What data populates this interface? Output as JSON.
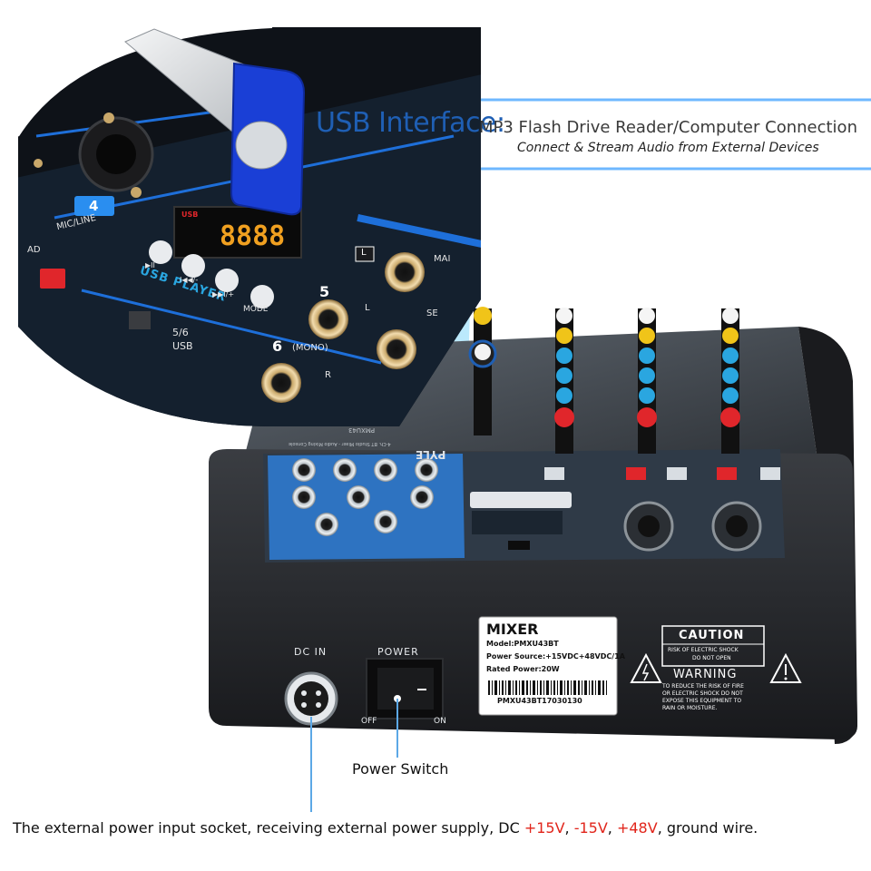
{
  "banner": {
    "title": "USB Interface",
    "colon": ":",
    "subtitle": " MP3 Flash Drive Reader/Computer Connection",
    "tagline": "Connect & Stream Audio from External Devices"
  },
  "zoom_panel": {
    "channel_number": "4",
    "mic_line": "MIC/LINE",
    "pad": "AD",
    "usb_badge": "USB",
    "usb_player": "USB PLAYER",
    "button_labels": [
      "▶II",
      "I◀◀/-",
      "▶▶I/+",
      "MODE"
    ],
    "channel_5_6": "5/6",
    "usb_label": "USB",
    "ch5": "5",
    "ch6": "6",
    "mono": "(MONO)",
    "l": "L",
    "r": "R",
    "main": "MAI",
    "l_badge": "L",
    "se": "SE"
  },
  "mixer_body": {
    "brand": "PYLE",
    "tagline": "4-Ch. BT Studio Mixer - Audio Mixing Console",
    "model_short": "PMXU43"
  },
  "rear_panel": {
    "dc_in": "DC IN",
    "power": "POWER",
    "off": "OFF",
    "on": "ON"
  },
  "sticker": {
    "title": "MIXER",
    "model": "Model:PMXU43BT",
    "power_source": "Power Source:+15VDC+48VDC/1A",
    "rated_power": "Rated Power:20W",
    "serial": "PMXU43BT17030130"
  },
  "caution": {
    "title": "CAUTION",
    "line1": "RISK OF ELECTRIC SHOCK",
    "line2": "DO NOT OPEN",
    "warning": "WARNING",
    "w1": "TO REDUCE THE RISK OF FIRE",
    "w2": "OR ELECTRIC SHOCK DO NOT",
    "w3": "EXPOSE THIS EQUIPMENT TO",
    "w4": "RAIN OR MOISTURE."
  },
  "callouts": {
    "power_switch": "Power Switch",
    "caption_part1": "The external power input socket, receiving external power supply, DC ",
    "caption_v1": "+15V",
    "caption_sep1": ", ",
    "caption_v2": "-15V",
    "caption_sep2": ", ",
    "caption_v3": "+48V",
    "caption_end": ", ground wire."
  },
  "colors": {
    "accent_blue": "#1f5fb4",
    "panel_blue": "#1e6fd9",
    "body_dark": "#1f2124",
    "warning_red": "#e1251b",
    "knob_yellow": "#f0c419",
    "knob_cyan": "#2aa6e0",
    "knob_red": "#e0262b"
  }
}
